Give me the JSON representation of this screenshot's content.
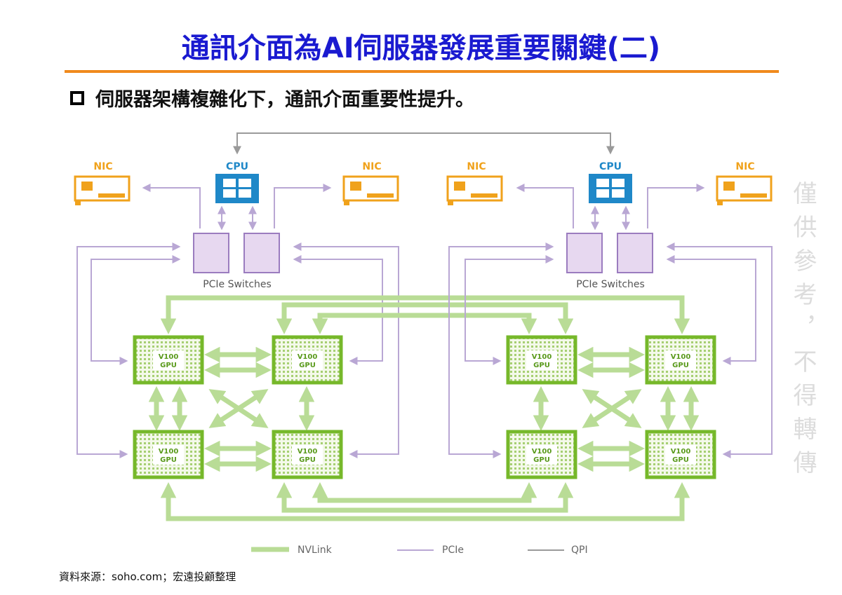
{
  "slide": {
    "title": "通訊介面為AI伺服器發展重要關鍵(二)",
    "bullet": "伺服器架構複雜化下，通訊介面重要性提升。",
    "source": "資料來源：soho.com；宏遠投顧整理",
    "watermark": "僅供參考，不得轉傳"
  },
  "diagram": {
    "nic_label": "NIC",
    "cpu_label": "CPU",
    "pcie_switches_label": "PCIe Switches",
    "gpu_line1": "V100",
    "gpu_line2": "GPU",
    "legend": {
      "nvlink": "NVLink",
      "pcie": "PCIe",
      "qpi": "QPI"
    }
  },
  "colors": {
    "title": "#1a1ad0",
    "rule": "#f08a1c",
    "nvlink": "#b9dc96",
    "gpu": "#76b82a",
    "pcie_switch": "#e7d8f0",
    "pcie_line": "#b9a7d4",
    "qpi_line": "#9a9a9a",
    "cpu": "#1f88c8",
    "nic": "#f0a21c"
  }
}
